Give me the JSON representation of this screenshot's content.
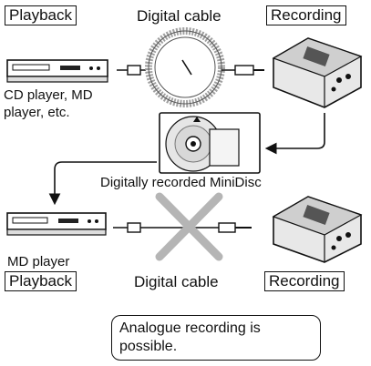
{
  "top": {
    "playback_label": "Playback",
    "cable_label": "Digital cable",
    "recording_label": "Recording",
    "source_caption_line1": "CD player, MD",
    "source_caption_line2": "player, etc."
  },
  "middle": {
    "disc_caption": "Digitally recorded MiniDisc"
  },
  "bottom": {
    "player_caption": "MD player",
    "playback_label": "Playback",
    "cable_label": "Digital cable",
    "recording_label": "Recording"
  },
  "note": {
    "line1": "Analogue recording is",
    "line2": "possible."
  },
  "colors": {
    "line": "#111111",
    "cross": "#b8b8b8",
    "coil": "#9a9a9a"
  }
}
